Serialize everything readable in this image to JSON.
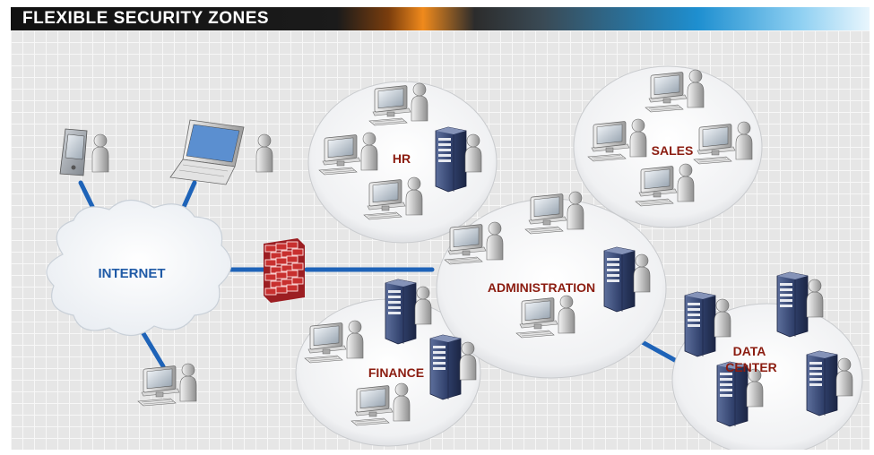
{
  "title": "FLEXIBLE SECURITY ZONES",
  "zones": {
    "internet": "INTERNET",
    "hr": "HR",
    "sales": "SALES",
    "administration": "ADMINISTRATION",
    "finance": "FINANCE",
    "data_center_line1": "DATA",
    "data_center_line2": "CENTER"
  },
  "colors": {
    "internet_label": "#1f5aa6",
    "zone_label": "#8b1c10",
    "link": "#1e63b8",
    "firewall": "#c0282c"
  },
  "icons": [
    "pda-icon",
    "laptop-icon",
    "workstation-icon",
    "server-icon",
    "user-icon",
    "firewall-icon",
    "cloud-icon"
  ]
}
